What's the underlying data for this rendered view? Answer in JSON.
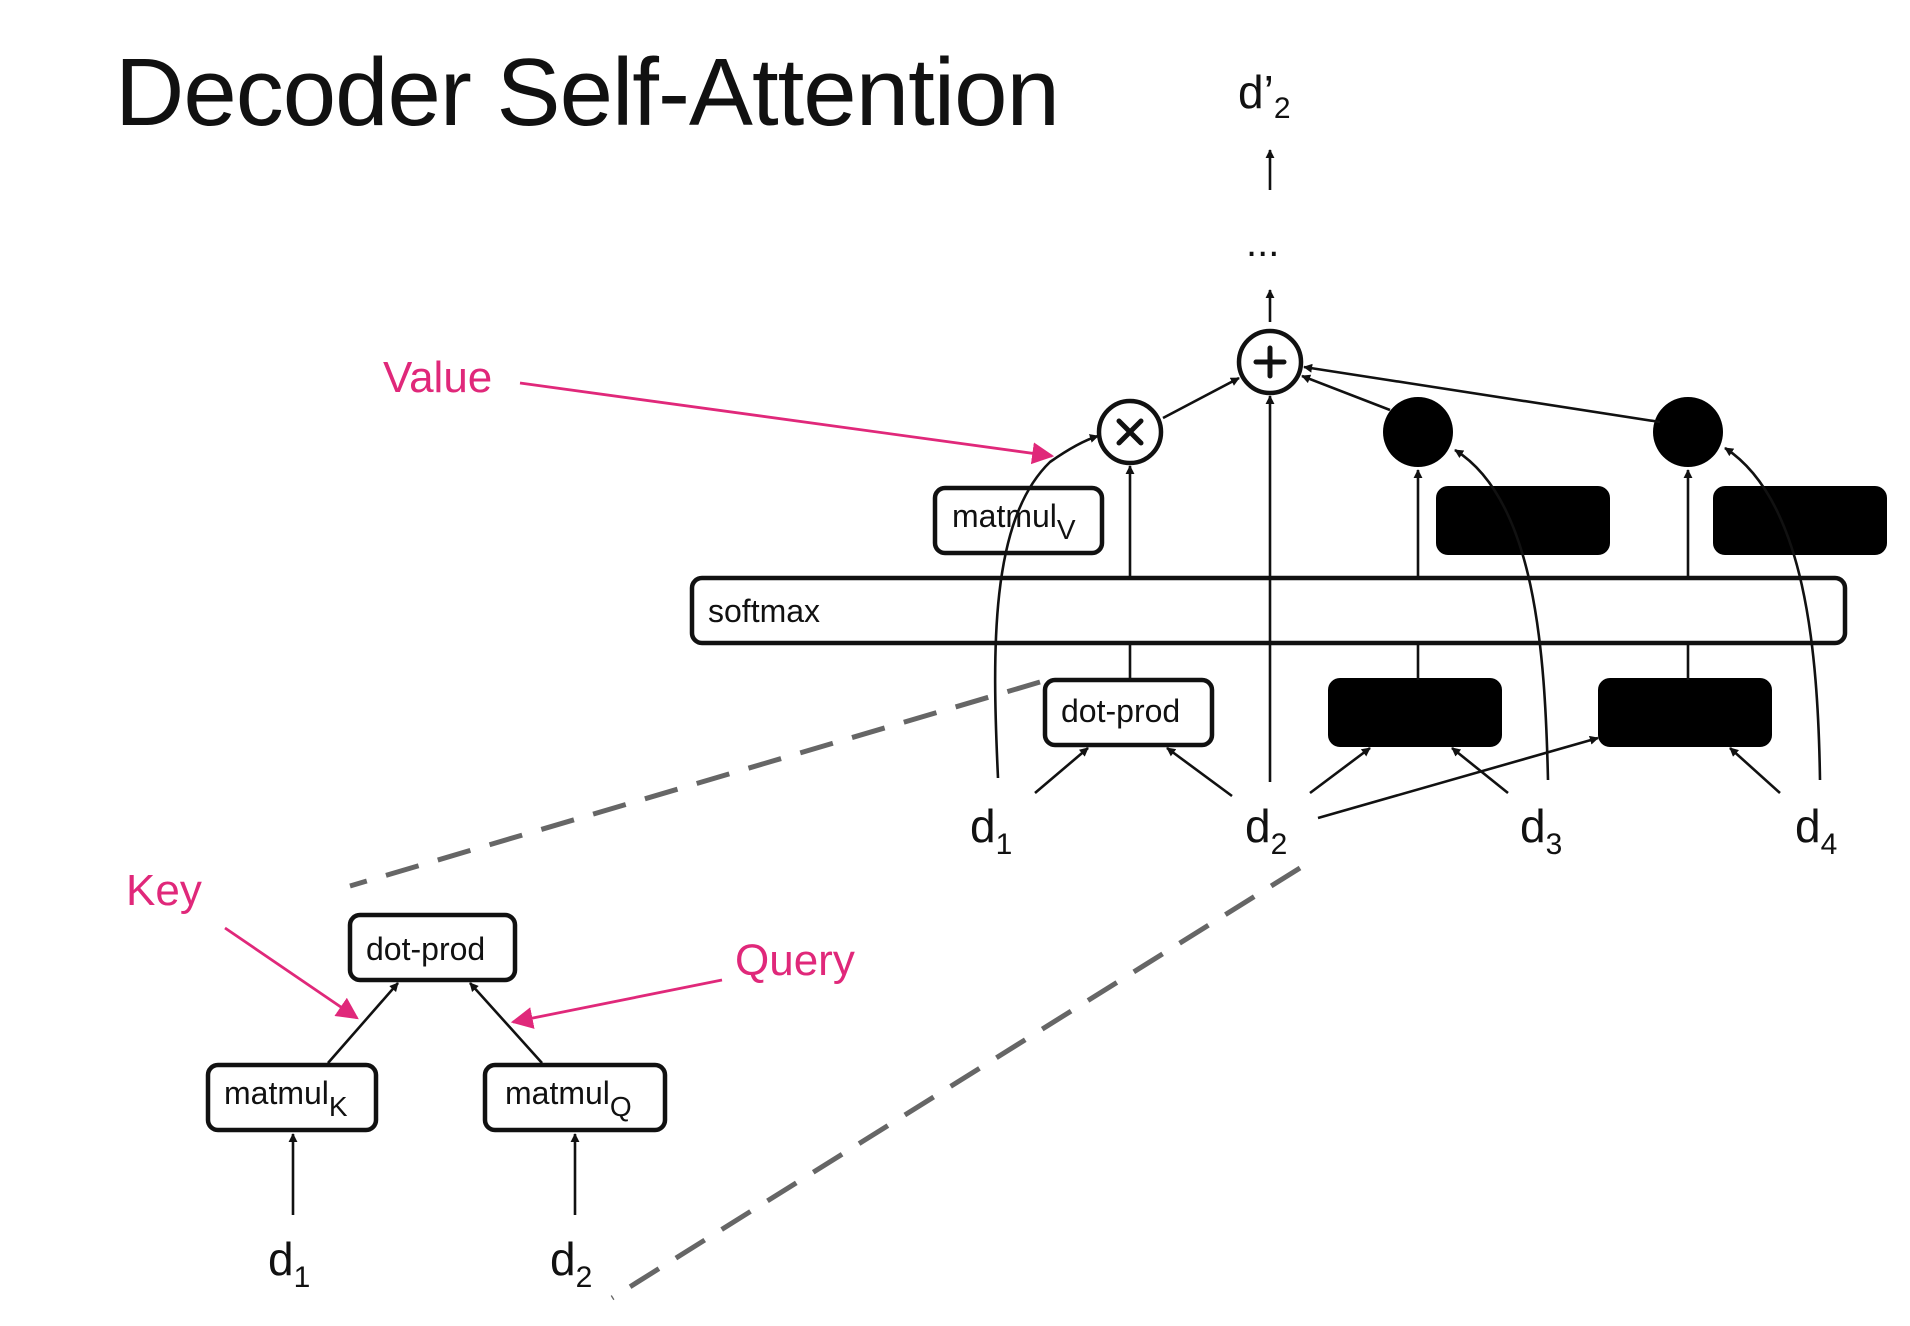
{
  "title": "Decoder Self-Attention",
  "output": {
    "base": "d’",
    "sub": "2"
  },
  "ellipsis": "...",
  "ops": {
    "sum": "plus-operator-icon",
    "product": "times-operator-icon"
  },
  "boxes": {
    "softmax": "softmax",
    "dot_prod_main": "dot-prod",
    "matmul_v": {
      "base": "matmul",
      "sub": "V"
    },
    "dot_prod_zoom": "dot-prod",
    "matmul_k": {
      "base": "matmul",
      "sub": "K"
    },
    "matmul_q": {
      "base": "matmul",
      "sub": "Q"
    }
  },
  "inputs_main": [
    {
      "base": "d",
      "sub": "1"
    },
    {
      "base": "d",
      "sub": "2"
    },
    {
      "base": "d",
      "sub": "3"
    },
    {
      "base": "d",
      "sub": "4"
    }
  ],
  "inputs_zoom": [
    {
      "base": "d",
      "sub": "1"
    },
    {
      "base": "d",
      "sub": "2"
    }
  ],
  "annotations": {
    "value": "Value",
    "key": "Key",
    "query": "Query"
  },
  "colors": {
    "accent": "#e0287a",
    "ink": "#111111",
    "dashed": "#666666"
  }
}
